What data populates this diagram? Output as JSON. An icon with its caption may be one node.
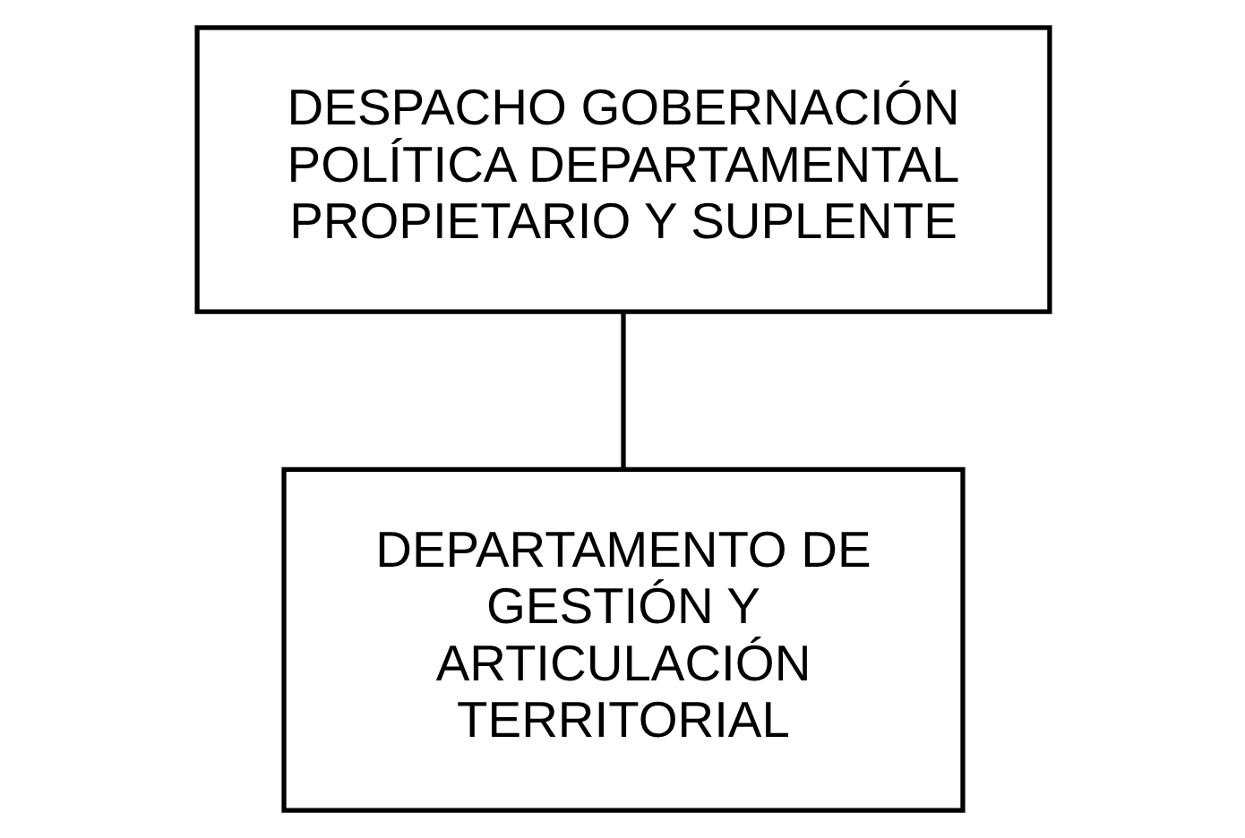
{
  "diagram": {
    "nodes": [
      {
        "text": [
          "DESPACHO GOBERNACIÓN POLÍTICA DEPARTAMENTAL PROPIETARIO Y SUPLENTE"
        ]
      },
      {
        "text": [
          "DEPARTAMENTO DE GESTIÓN Y ARTICULACIÓN TERRITORIAL"
        ]
      }
    ],
    "edges": [
      {
        "from": 0,
        "to": 1,
        "arrow": "none"
      }
    ]
  }
}
